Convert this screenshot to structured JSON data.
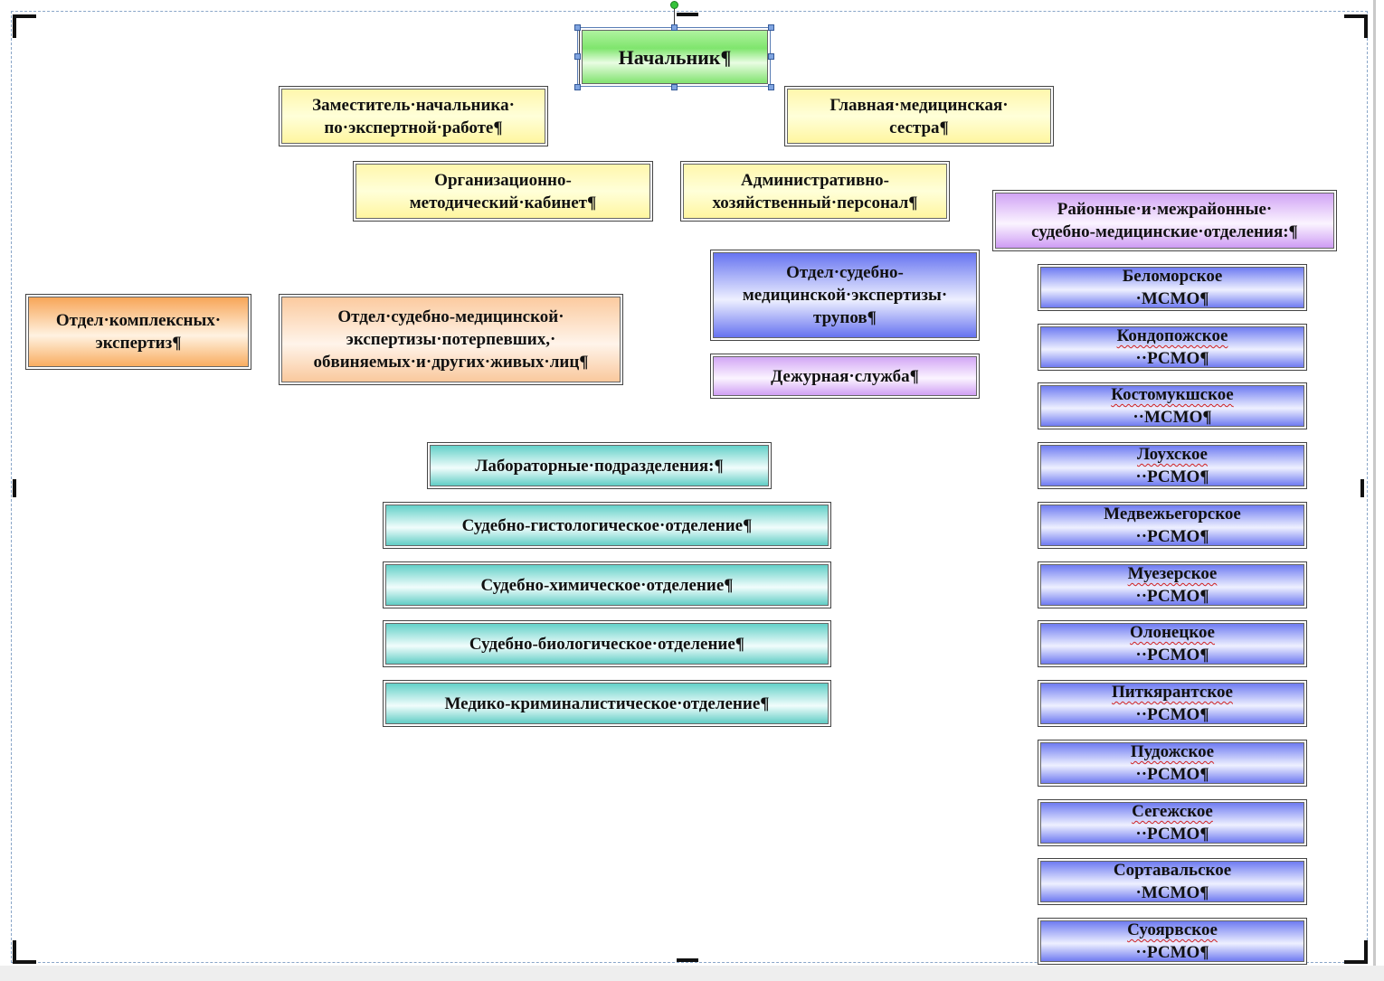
{
  "chief": "Начальник¶",
  "deputy": [
    "Заместитель·начальника·",
    "по·экспертной·работе¶"
  ],
  "head_nurse": [
    "Главная·медицинская·",
    "сестра¶"
  ],
  "org_method": [
    "Организационно-",
    "методический·кабинет¶"
  ],
  "admin_staff": [
    "Административно-",
    "хозяйственный·персонал¶"
  ],
  "regional_header": [
    "Районные·и·межрайонные·",
    "судебно-медицинские·отделения:¶"
  ],
  "complex_exp": [
    "Отдел·комплексных·",
    "экспертиз¶"
  ],
  "living_persons": [
    "Отдел·судебно-медицинской·",
    "экспертизы·потерпевших,·",
    "обвиняемых·и·других·живых·лиц¶"
  ],
  "corpses": [
    "Отдел·судебно-",
    "медицинской·экспертизы·",
    "трупов¶"
  ],
  "duty": "Дежурная·служба¶",
  "lab_header": "Лабораторные·подразделения:¶",
  "labs": [
    "Судебно-гистологическое·отделение¶",
    "Судебно-химическое·отделение¶",
    "Судебно-биологическое·отделение¶",
    "Медико-криминалистическое·отделение¶"
  ],
  "regional_units": [
    {
      "name": "Беломорское",
      "suffix": "·МСМО¶",
      "misspelled": false
    },
    {
      "name": "Кондопожское",
      "suffix": "··РСМО¶",
      "misspelled": true
    },
    {
      "name": "Костомукшское",
      "suffix": "··МСМО¶",
      "misspelled": true
    },
    {
      "name": "Лоухское",
      "suffix": "··РСМО¶",
      "misspelled": true
    },
    {
      "name": "Медвежьегорское",
      "suffix": "··РСМО¶",
      "misspelled": false
    },
    {
      "name": "Муезерское",
      "suffix": "··РСМО¶",
      "misspelled": true
    },
    {
      "name": "Олонецкое",
      "suffix": "··РСМО¶",
      "misspelled": true
    },
    {
      "name": "Питкярантское",
      "suffix": "··РСМО¶",
      "misspelled": true
    },
    {
      "name": "Пудожское",
      "suffix": "··РСМО¶",
      "misspelled": true
    },
    {
      "name": "Сегежское",
      "suffix": "··РСМО¶",
      "misspelled": true
    },
    {
      "name": "Сортавальское",
      "suffix": "·МСМО¶",
      "misspelled": false
    },
    {
      "name": "Суоярвское",
      "suffix": "··РСМО¶",
      "misspelled": true
    }
  ]
}
